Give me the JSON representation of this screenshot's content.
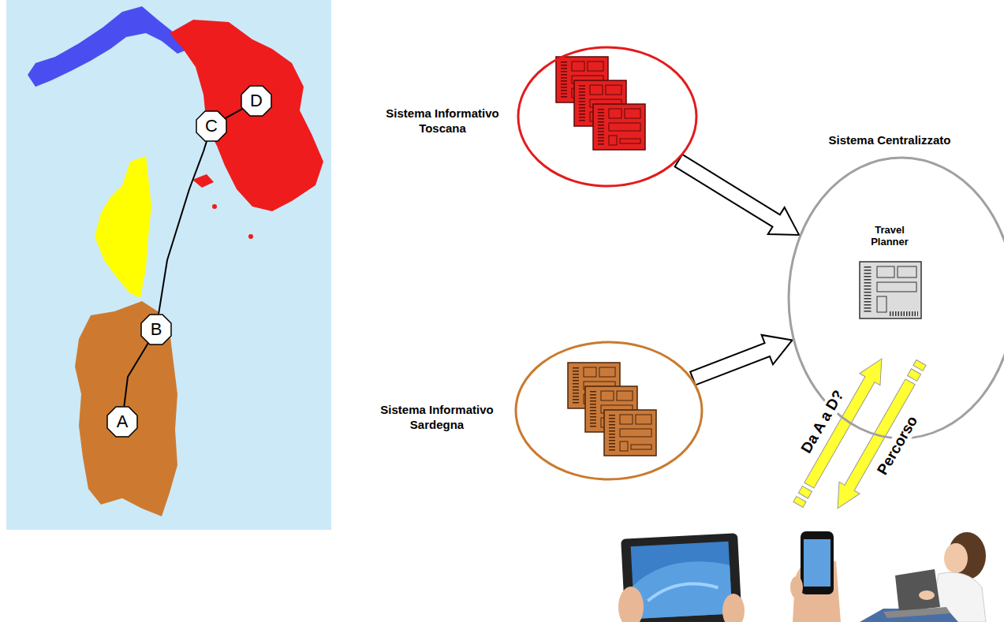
{
  "diagram": {
    "nodes": [
      {
        "text": [
          "D"
        ]
      },
      {
        "text": [
          "C"
        ]
      },
      {
        "text": [
          "B"
        ]
      },
      {
        "text": [
          "A"
        ]
      },
      {
        "text": [
          "Sistema Informativo Toscana"
        ]
      },
      {
        "text": [
          "Sistema Centralizzato"
        ]
      },
      {
        "text": [
          "Travel Planner"
        ],
        "in": 5
      },
      {
        "text": [
          "Sistema Informativo Sardegna"
        ]
      }
    ],
    "edges": [
      {
        "from": 3,
        "to": 2,
        "arrow": "none"
      },
      {
        "from": 2,
        "to": 1,
        "arrow": "none"
      },
      {
        "from": 1,
        "to": 0,
        "arrow": "none"
      },
      {
        "from": 4,
        "to": 5,
        "arrow": "to"
      },
      {
        "from": 7,
        "to": 5,
        "arrow": "to"
      }
    ],
    "labels": [
      "Da A a D?",
      "Percorso"
    ]
  }
}
